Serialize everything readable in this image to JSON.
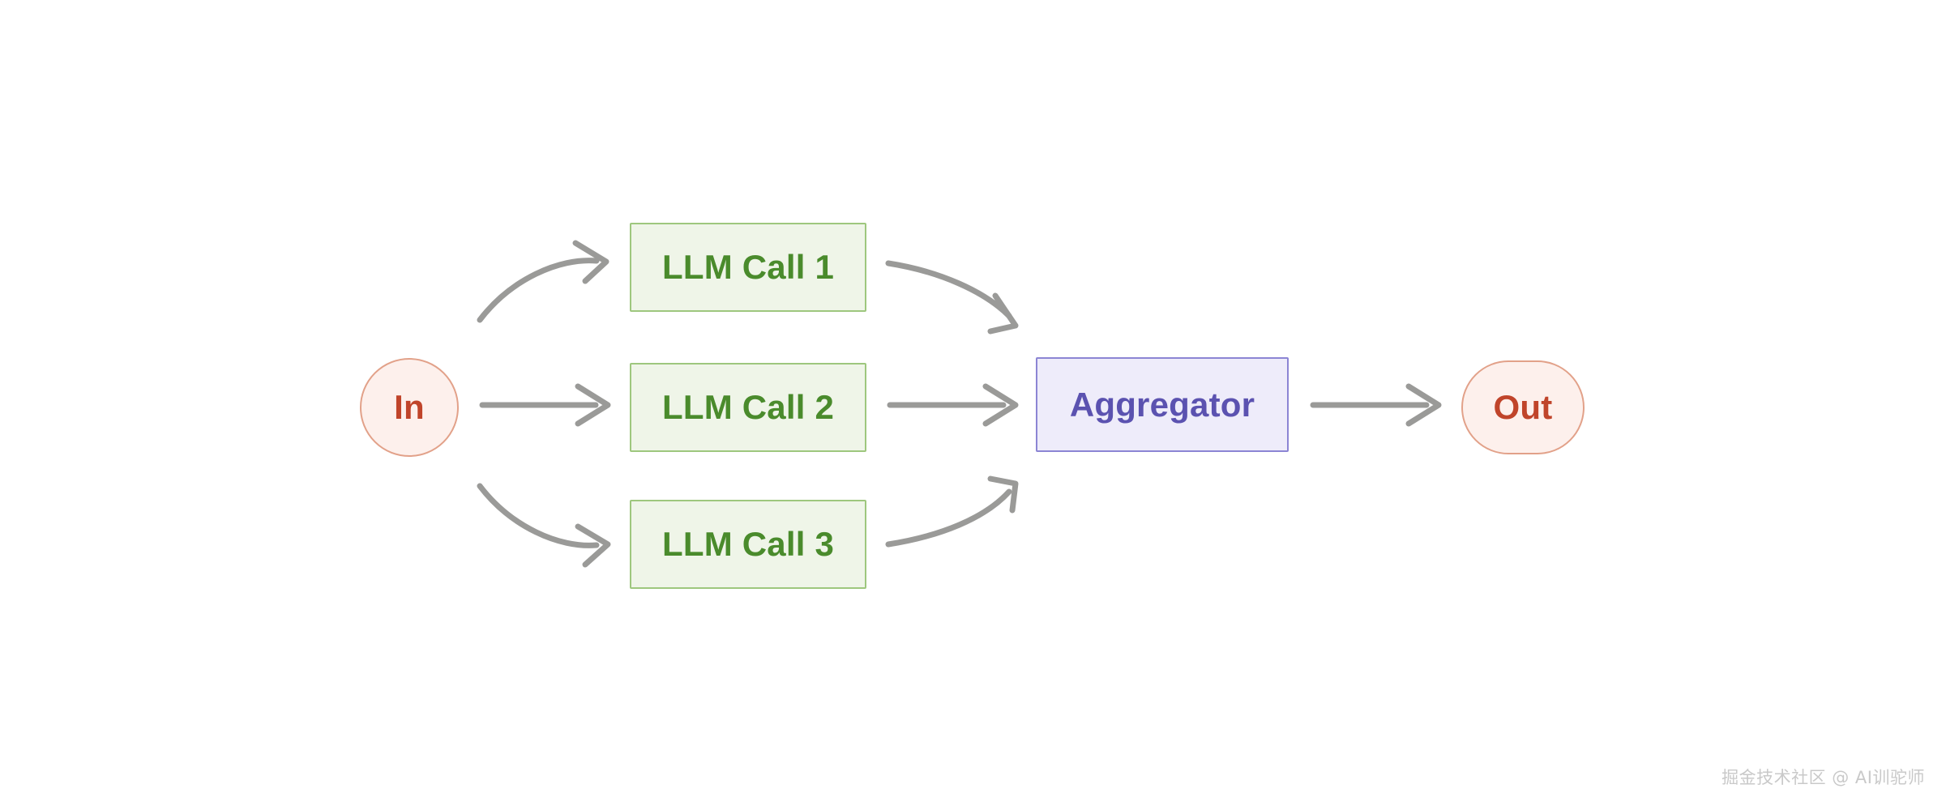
{
  "diagram": {
    "type": "flowchart",
    "title": "",
    "edge_color": "#9a9a98",
    "nodes": [
      {
        "id": "in",
        "label": "In",
        "shape": "circle",
        "fill": "#fdf0ec",
        "stroke": "#e2a189",
        "text_color": "#c0442a"
      },
      {
        "id": "llm-1",
        "label": "LLM Call 1",
        "shape": "rect",
        "fill": "#eff5e8",
        "stroke": "#9ec77e",
        "text_color": "#4a8b2c"
      },
      {
        "id": "llm-2",
        "label": "LLM Call 2",
        "shape": "rect",
        "fill": "#eff5e8",
        "stroke": "#9ec77e",
        "text_color": "#4a8b2c"
      },
      {
        "id": "llm-3",
        "label": "LLM Call 3",
        "shape": "rect",
        "fill": "#eff5e8",
        "stroke": "#9ec77e",
        "text_color": "#4a8b2c"
      },
      {
        "id": "aggregator",
        "label": "Aggregator",
        "shape": "rect",
        "fill": "#eeecfa",
        "stroke": "#8c85d4",
        "text_color": "#5b52b0"
      },
      {
        "id": "out",
        "label": "Out",
        "shape": "stadium",
        "fill": "#fdf0ec",
        "stroke": "#e2a189",
        "text_color": "#c0442a"
      }
    ],
    "edges": [
      {
        "id": "in-to-llm-1",
        "from": "in",
        "to": "llm-1",
        "style": "curved",
        "label": ""
      },
      {
        "id": "in-to-llm-2",
        "from": "in",
        "to": "llm-2",
        "style": "straight",
        "label": ""
      },
      {
        "id": "in-to-llm-3",
        "from": "in",
        "to": "llm-3",
        "style": "curved",
        "label": ""
      },
      {
        "id": "llm-1-to-aggregator",
        "from": "llm-1",
        "to": "aggregator",
        "style": "curved",
        "label": ""
      },
      {
        "id": "llm-2-to-aggregator",
        "from": "llm-2",
        "to": "aggregator",
        "style": "straight",
        "label": ""
      },
      {
        "id": "llm-3-to-aggregator",
        "from": "llm-3",
        "to": "aggregator",
        "style": "curved",
        "label": ""
      },
      {
        "id": "aggregator-to-out",
        "from": "aggregator",
        "to": "out",
        "style": "straight",
        "label": ""
      }
    ]
  },
  "watermark": {
    "text": "掘金技术社区 @ AI训驼师"
  }
}
